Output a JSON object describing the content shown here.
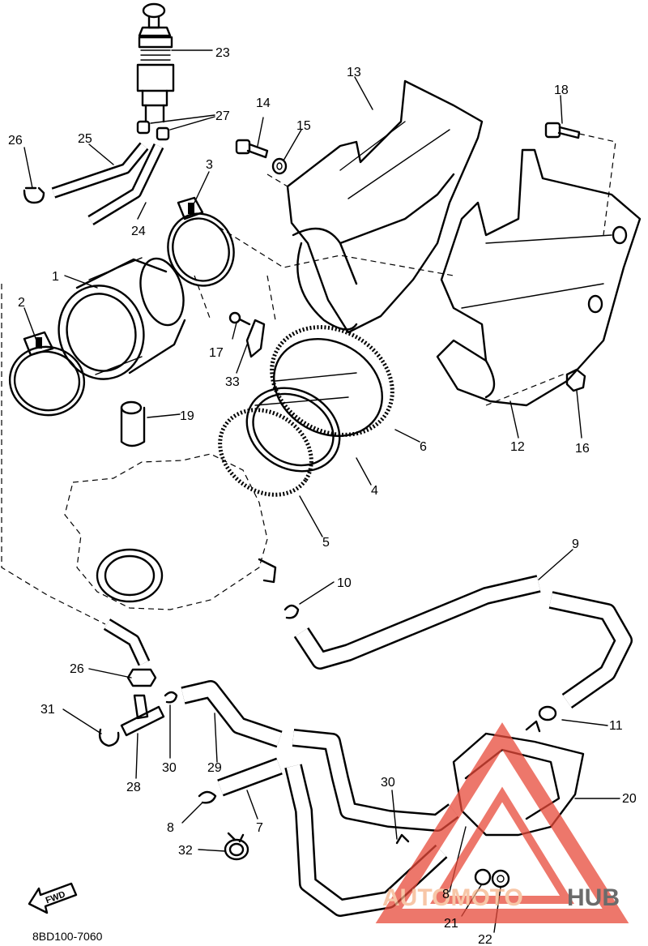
{
  "callouts": [
    {
      "id": "c1",
      "label": "1"
    },
    {
      "id": "c2",
      "label": "2"
    },
    {
      "id": "c3",
      "label": "3"
    },
    {
      "id": "c4",
      "label": "4"
    },
    {
      "id": "c5",
      "label": "5"
    },
    {
      "id": "c6",
      "label": "6"
    },
    {
      "id": "c7",
      "label": "7"
    },
    {
      "id": "c8a",
      "label": "8"
    },
    {
      "id": "c8b",
      "label": "8"
    },
    {
      "id": "c9",
      "label": "9"
    },
    {
      "id": "c10",
      "label": "10"
    },
    {
      "id": "c11",
      "label": "11"
    },
    {
      "id": "c12",
      "label": "12"
    },
    {
      "id": "c13",
      "label": "13"
    },
    {
      "id": "c14",
      "label": "14"
    },
    {
      "id": "c15",
      "label": "15"
    },
    {
      "id": "c16a",
      "label": "16"
    },
    {
      "id": "c17",
      "label": "17"
    },
    {
      "id": "c18",
      "label": "18"
    },
    {
      "id": "c19",
      "label": "19"
    },
    {
      "id": "c20",
      "label": "20"
    },
    {
      "id": "c21",
      "label": "21"
    },
    {
      "id": "c22",
      "label": "22"
    },
    {
      "id": "c23",
      "label": "23"
    },
    {
      "id": "c24",
      "label": "24"
    },
    {
      "id": "c25",
      "label": "25"
    },
    {
      "id": "c26a",
      "label": "26"
    },
    {
      "id": "c26b",
      "label": "26"
    },
    {
      "id": "c27",
      "label": "27"
    },
    {
      "id": "c28",
      "label": "28"
    },
    {
      "id": "c29",
      "label": "29"
    },
    {
      "id": "c30a",
      "label": "30"
    },
    {
      "id": "c30b",
      "label": "30"
    },
    {
      "id": "c31",
      "label": "31"
    },
    {
      "id": "c32",
      "label": "32"
    },
    {
      "id": "c33",
      "label": "33"
    }
  ],
  "fwd_label": "FWD",
  "diagram_code": "8BD100-7060",
  "watermark": {
    "part1": "AUTOMOTO",
    "part2": "HUB",
    "color1": "#f5b38a",
    "color2": "#3a3a3a",
    "triangle_color": "#e84a3a"
  }
}
